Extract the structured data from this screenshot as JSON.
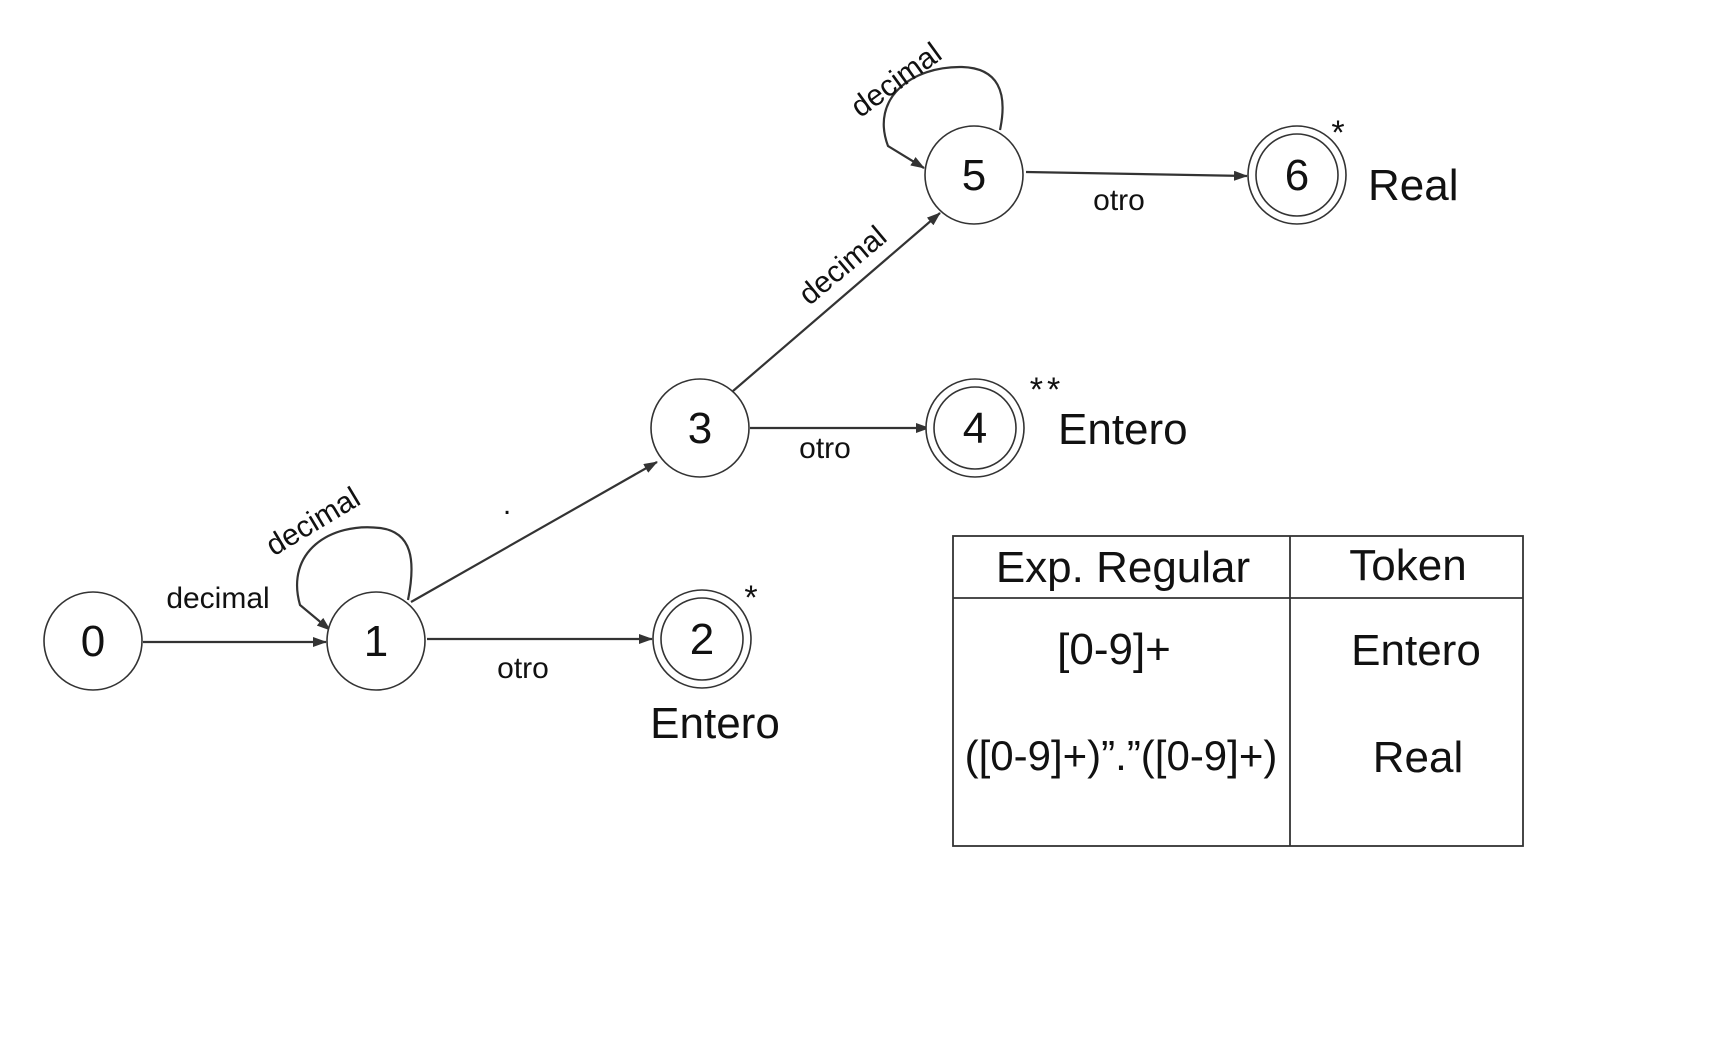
{
  "states": [
    {
      "id": "0",
      "label": "0",
      "accepting": false
    },
    {
      "id": "1",
      "label": "1",
      "accepting": false
    },
    {
      "id": "2",
      "label": "2",
      "accepting": true,
      "mark": "*",
      "token": "Entero"
    },
    {
      "id": "3",
      "label": "3",
      "accepting": false
    },
    {
      "id": "4",
      "label": "4",
      "accepting": true,
      "mark": "**",
      "token": "Entero"
    },
    {
      "id": "5",
      "label": "5",
      "accepting": false
    },
    {
      "id": "6",
      "label": "6",
      "accepting": true,
      "mark": "*",
      "token": "Real"
    }
  ],
  "transitions": [
    {
      "from": "0",
      "to": "1",
      "label": "decimal"
    },
    {
      "from": "1",
      "to": "1",
      "label": "decimal"
    },
    {
      "from": "1",
      "to": "2",
      "label": "otro"
    },
    {
      "from": "1",
      "to": "3",
      "label": "."
    },
    {
      "from": "3",
      "to": "4",
      "label": "otro"
    },
    {
      "from": "3",
      "to": "5",
      "label": "decimal"
    },
    {
      "from": "5",
      "to": "5",
      "label": "decimal"
    },
    {
      "from": "5",
      "to": "6",
      "label": "otro"
    }
  ],
  "table": {
    "headers": [
      "Exp. Regular",
      "Token"
    ],
    "rows": [
      [
        "[0-9]+",
        "Entero"
      ],
      [
        "([0-9]+)”.”([0-9]+)",
        "Real"
      ]
    ]
  },
  "colors": {
    "stroke": "#333333",
    "text": "#111111",
    "background": "#ffffff"
  }
}
